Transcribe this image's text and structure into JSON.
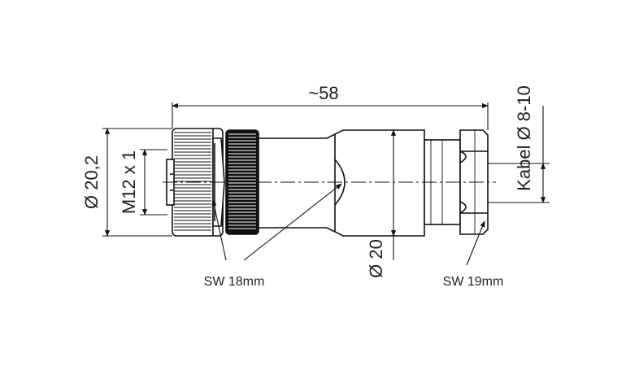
{
  "labels": {
    "overall_length": "~58",
    "outer_diameter": "Ø 20,2",
    "thread": "M12 x 1",
    "body_diameter": "Ø 20",
    "cable_range": "Kabel Ø 8-10",
    "wrench_1": "SW 18mm",
    "wrench_2": "SW 19mm"
  },
  "colors": {
    "line": "#111111",
    "background": "#ffffff"
  }
}
